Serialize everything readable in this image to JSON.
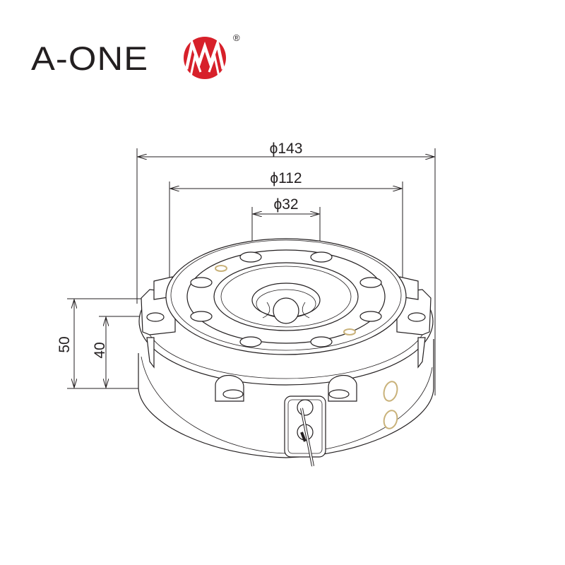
{
  "brand": {
    "name": "A-ONE",
    "registered_mark": "®",
    "logo_color": "#d7202a",
    "icon": "m-circle-logo-icon"
  },
  "drawing": {
    "subject": "pneumatic chuck technical drawing",
    "line_color": "#231f20",
    "accent_ring_color": "#c9b27a",
    "dimensions": {
      "outer_diameter": "ϕ143",
      "bolt_circle_diameter": "ϕ112",
      "center_hole_diameter": "ϕ32",
      "total_height": "50",
      "body_height": "40"
    }
  }
}
